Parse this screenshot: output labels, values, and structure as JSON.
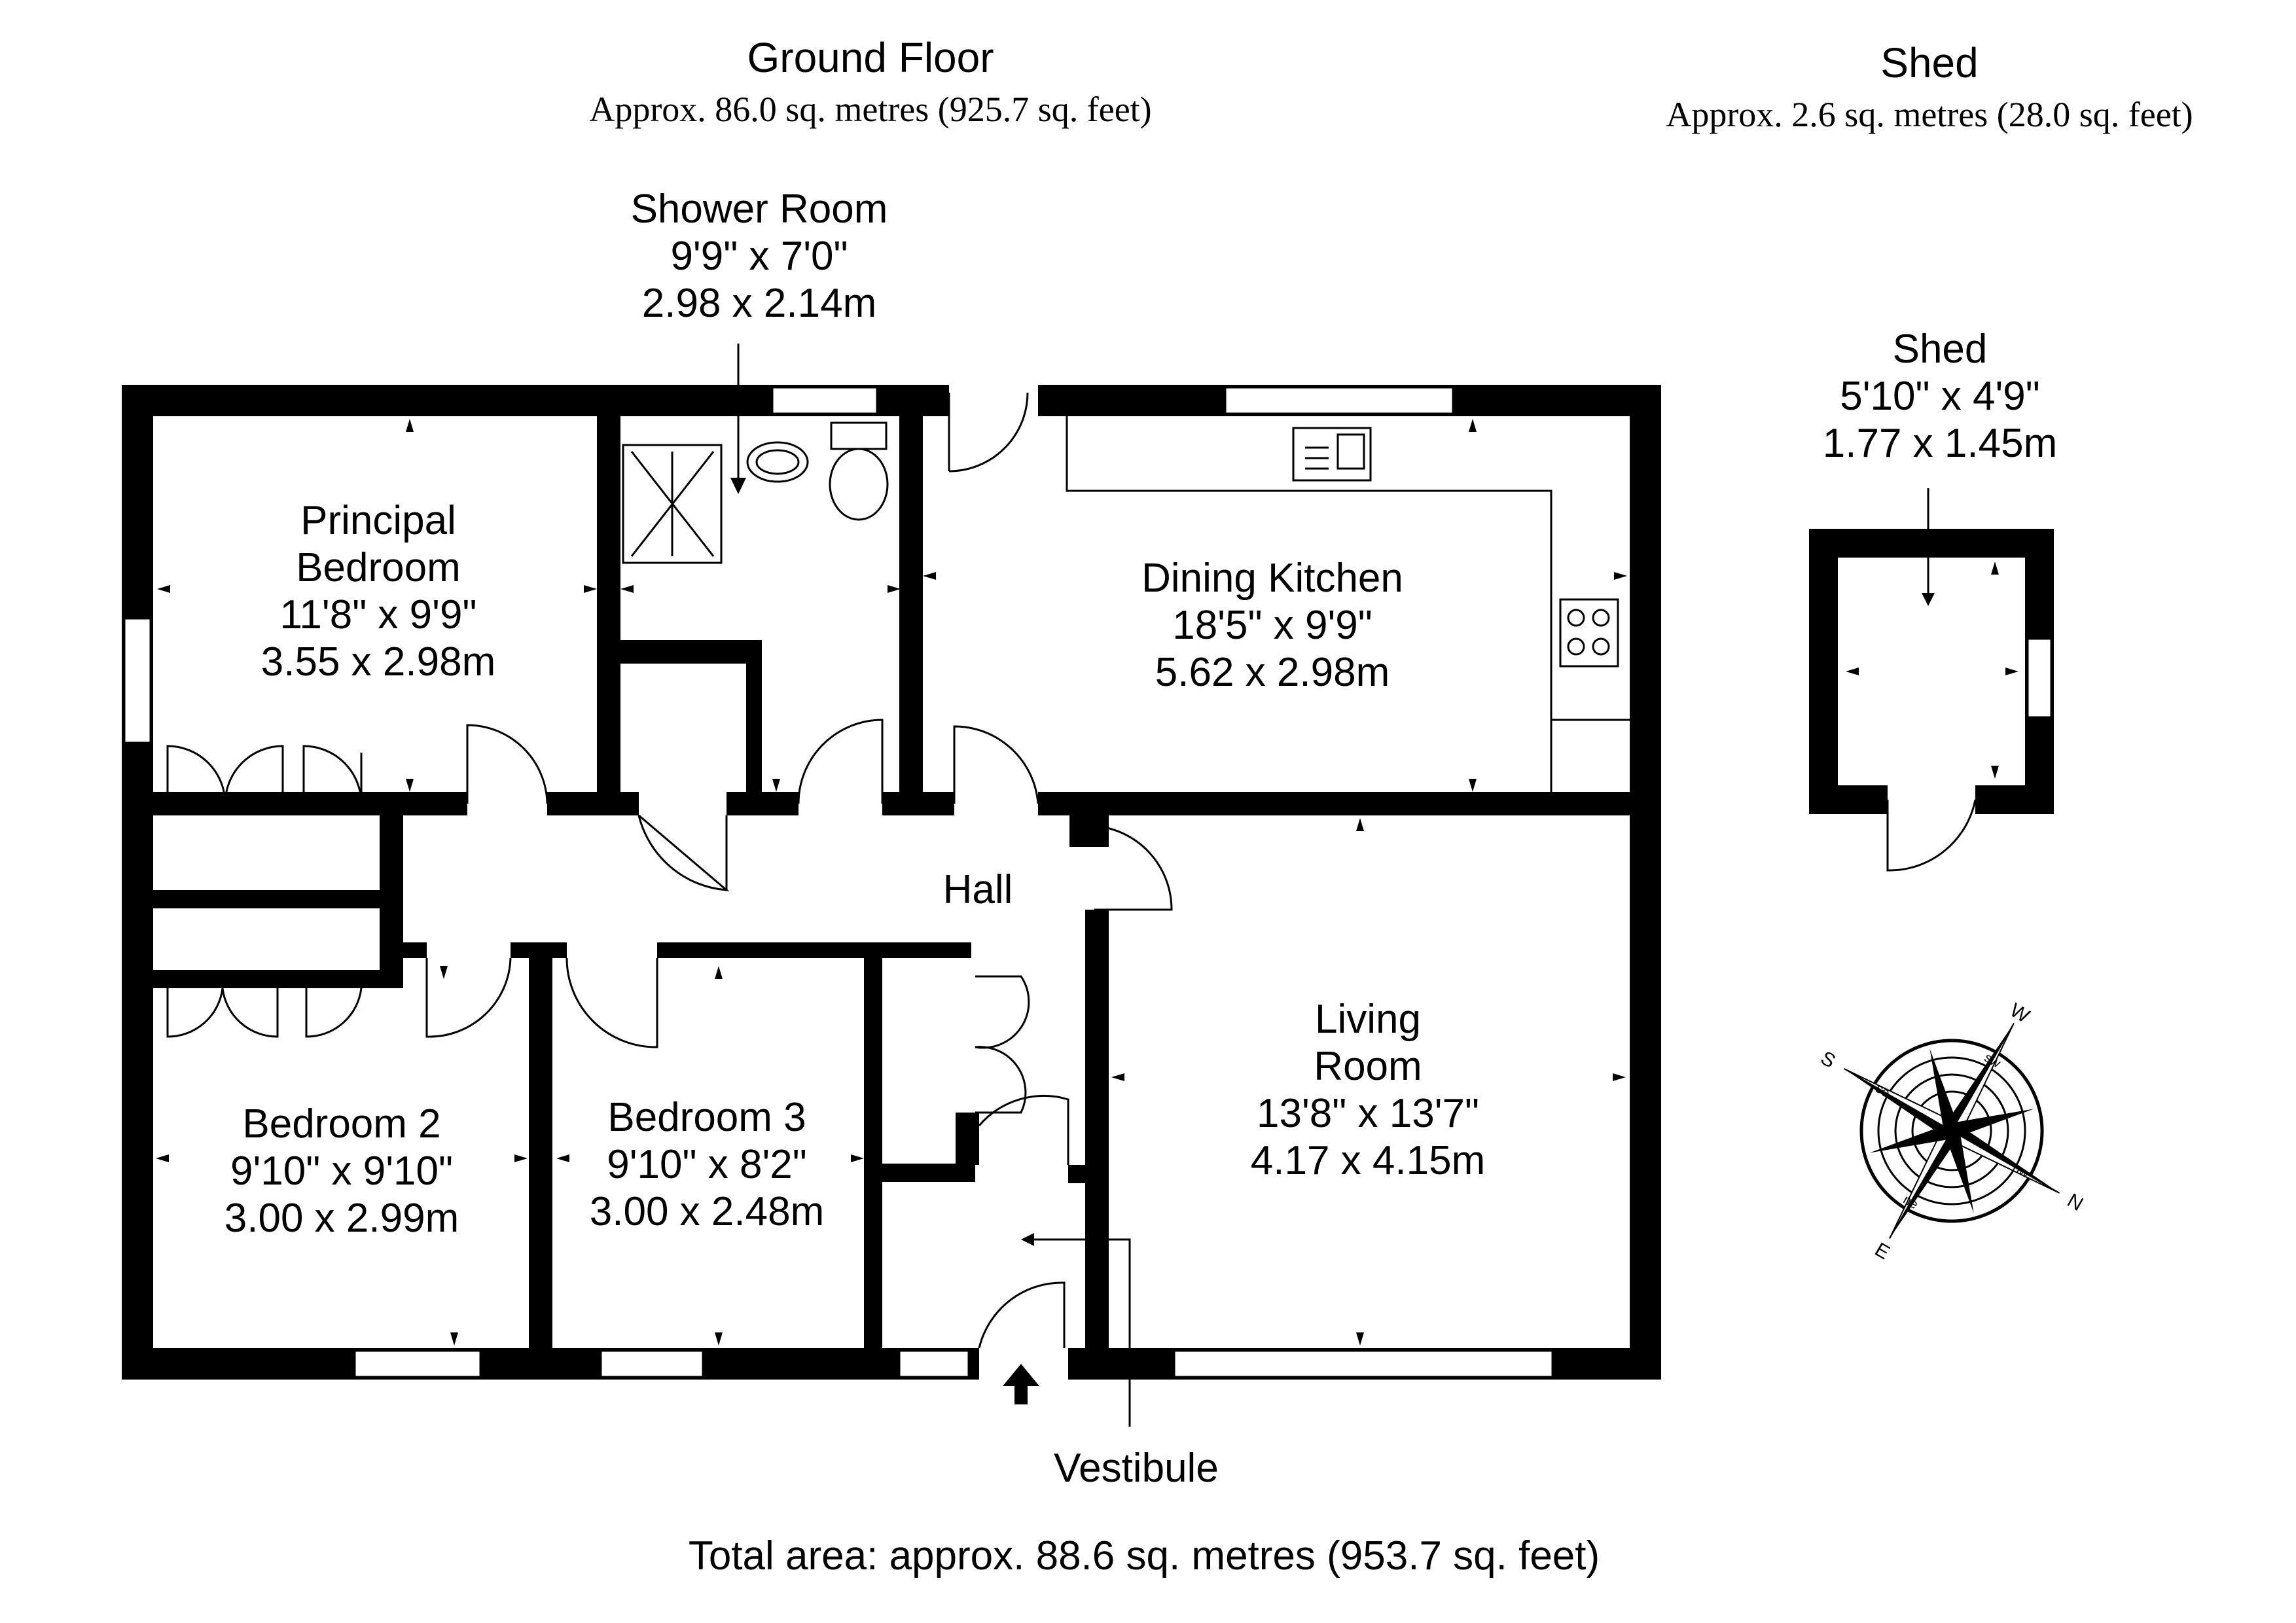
{
  "ground_floor": {
    "title": "Ground Floor",
    "area": "Approx. 86.0 sq. metres (925.7 sq. feet)"
  },
  "shed_header": {
    "title": "Shed",
    "area": "Approx. 2.6 sq. metres (28.0 sq. feet)"
  },
  "rooms": {
    "shower": {
      "name": "Shower Room",
      "imperial": "9'9\" x 7'0\"",
      "metric": "2.98 x 2.14m"
    },
    "principal": {
      "name_line1": "Principal",
      "name_line2": "Bedroom",
      "imperial": "11'8\" x 9'9\"",
      "metric": "3.55 x 2.98m"
    },
    "kitchen": {
      "name": "Dining Kitchen",
      "imperial": "18'5\" x 9'9\"",
      "metric": "5.62 x 2.98m"
    },
    "hall": {
      "name": "Hall"
    },
    "living": {
      "name_line1": "Living",
      "name_line2": "Room",
      "imperial": "13'8\" x 13'7\"",
      "metric": "4.17 x 4.15m"
    },
    "bedroom2": {
      "name": "Bedroom 2",
      "imperial": "9'10\" x 9'10\"",
      "metric": "3.00 x 2.99m"
    },
    "bedroom3": {
      "name": "Bedroom 3",
      "imperial": "9'10\" x 8'2\"",
      "metric": "3.00 x 2.48m"
    },
    "vestibule": {
      "name": "Vestibule"
    },
    "shed": {
      "name": "Shed",
      "imperial": "5'10\" x 4'9\"",
      "metric": "1.77 x 1.45m"
    }
  },
  "compass": {
    "outer_letters": {
      "n": "N",
      "s": "S",
      "e": "E",
      "w": "W"
    },
    "inner_letters": {
      "nw": "nw",
      "sw": "sw",
      "se": "se",
      "ne": "ne"
    }
  },
  "total_area": "Total area: approx. 88.6 sq. metres (953.7 sq. feet)"
}
